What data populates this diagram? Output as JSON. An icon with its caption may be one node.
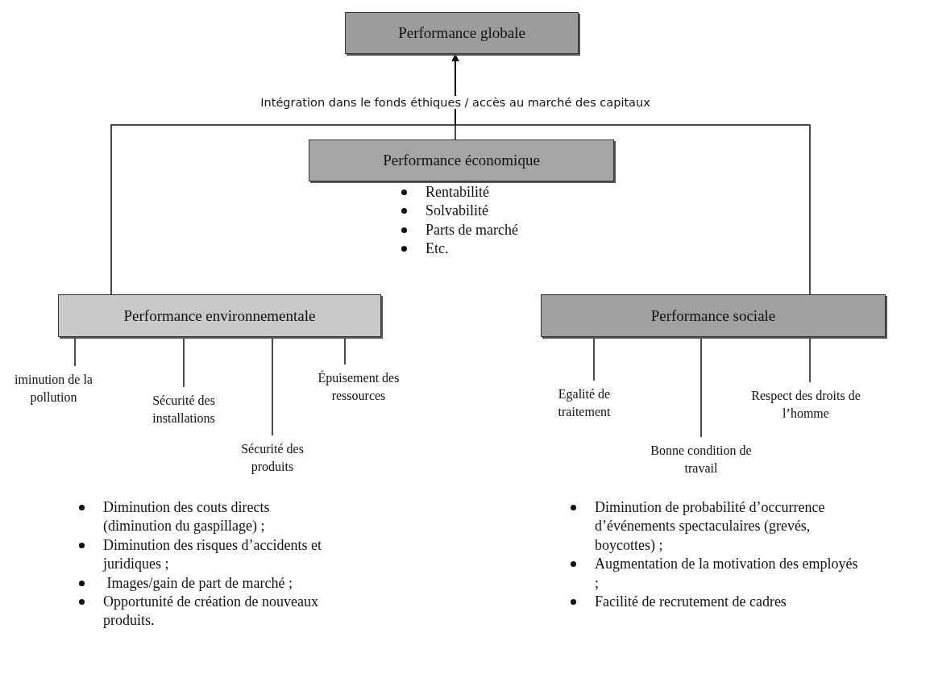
{
  "diagram": {
    "nodes": [
      {
        "text": [
          "Performance globale"
        ]
      },
      {
        "text": [
          "Performance économique"
        ],
        "beside": [
          "Rentabilité",
          "Solvabilité",
          "Parts de marché",
          "Etc."
        ]
      },
      {
        "text": [
          "Performance environnementale"
        ]
      },
      {
        "text": [
          "Performance sociale"
        ]
      },
      {
        "text": [
          "iminution de la pollution"
        ]
      },
      {
        "text": [
          "Sécurité des installations"
        ]
      },
      {
        "text": [
          "Sécurité des produits"
        ]
      },
      {
        "text": [
          "Épuisement des ressources"
        ]
      },
      {
        "text": [
          "Egalité de traitement"
        ]
      },
      {
        "text": [
          "Bonne condition de travail"
        ]
      },
      {
        "text": [
          "Respect des droits de l’homme"
        ]
      }
    ],
    "edges": [
      {
        "from": 1,
        "to": 0,
        "arrow": "to",
        "label": "Intégration dans le fonds éthiques  / accès au marché des capitaux"
      },
      {
        "from": 2,
        "to": 0,
        "arrow": "to"
      },
      {
        "from": 3,
        "to": 0,
        "arrow": "to"
      },
      {
        "from": 2,
        "to": 4,
        "arrow": "none"
      },
      {
        "from": 2,
        "to": 5,
        "arrow": "none"
      },
      {
        "from": 2,
        "to": 6,
        "arrow": "none"
      },
      {
        "from": 2,
        "to": 7,
        "arrow": "none"
      },
      {
        "from": 3,
        "to": 8,
        "arrow": "none"
      },
      {
        "from": 3,
        "to": 9,
        "arrow": "none"
      },
      {
        "from": 3,
        "to": 10,
        "arrow": "none"
      }
    ],
    "labels": [
      "Diminution des couts directs (diminution du gaspillage) ;",
      "Diminution des risques d’accidents et juridiques ;",
      " Images/gain de part de marché ;",
      "Opportunité de création de nouveaux produits.",
      "Diminution de probabilité d’occurrence d’événements spectaculaires (grevés, boycottes) ;",
      "Augmentation de la motivation des employés ;",
      "Facilité de recrutement de cadres"
    ]
  }
}
